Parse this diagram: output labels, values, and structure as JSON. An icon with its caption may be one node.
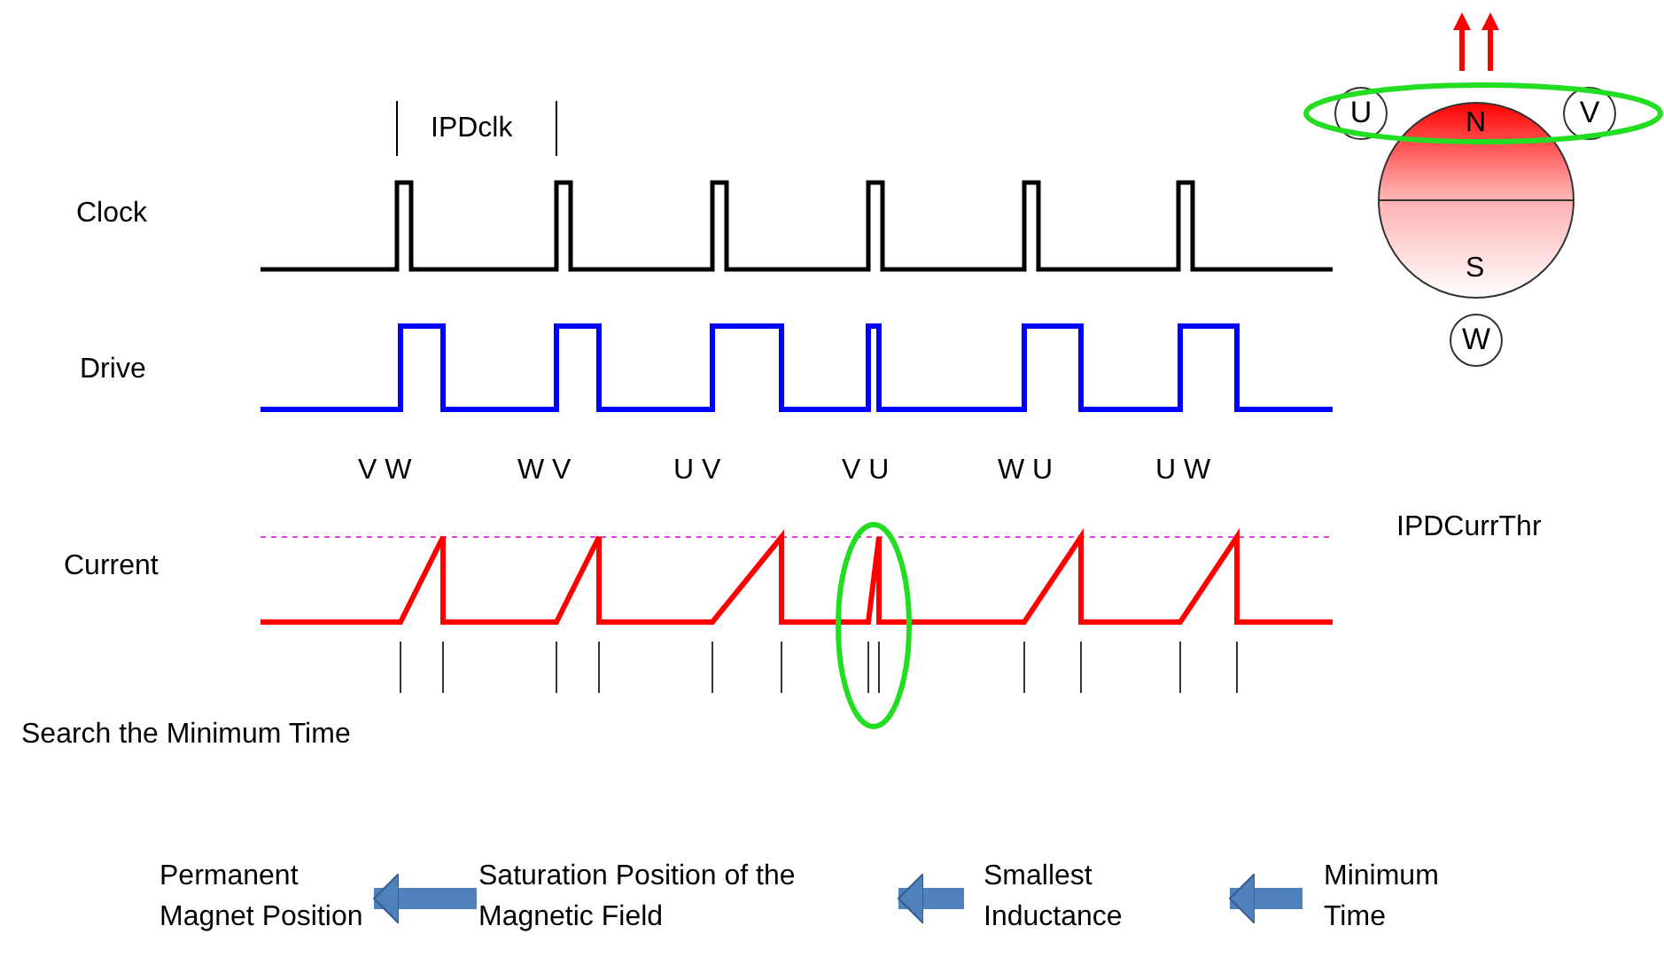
{
  "diagram": {
    "nodes": [
      {
        "text": [
          "Permanent Magnet Position"
        ]
      },
      {
        "text": [
          "Saturation Position of the Magnetic Field"
        ]
      },
      {
        "text": [
          "Smallest Inductance"
        ]
      },
      {
        "text": [
          "Minimum Time"
        ]
      },
      {
        "text": [
          "N",
          "S"
        ]
      },
      {
        "text": [
          "U"
        ]
      },
      {
        "text": [
          "V"
        ]
      },
      {
        "text": [
          "W"
        ]
      }
    ],
    "edges": [
      {
        "from": 3,
        "to": 2,
        "arrow": "to"
      },
      {
        "from": 2,
        "to": 1,
        "arrow": "to"
      },
      {
        "from": 1,
        "to": 0,
        "arrow": "to"
      }
    ],
    "labels": [
      "IPDclk",
      "Clock",
      "Drive",
      "V W",
      "W V",
      "U V",
      "V U",
      "W U",
      "U W",
      "Current",
      "IPDCurrThr",
      "Search the Minimum Time"
    ]
  }
}
